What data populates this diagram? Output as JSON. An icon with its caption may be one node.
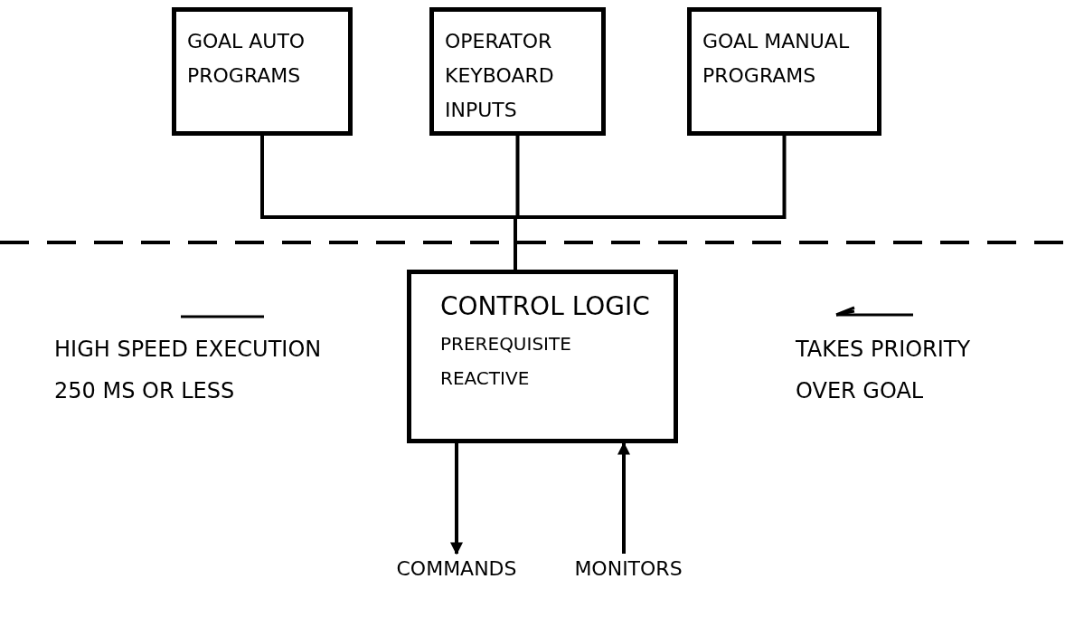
{
  "diagram": {
    "nodes": [
      {
        "text": [
          "GOAL AUTO PROGRAMS"
        ]
      },
      {
        "text": [
          "OPERATOR KEYBOARD INPUTS"
        ]
      },
      {
        "text": [
          "GOAL MANUAL PROGRAMS"
        ]
      },
      {
        "text": [
          "CONTROL LOGIC",
          "PREREQUISITE REACTIVE"
        ]
      },
      {
        "text": [
          "COMMANDS"
        ]
      },
      {
        "text": [
          "MONITORS"
        ]
      }
    ],
    "edges": [
      {
        "from": 0,
        "to": 3,
        "arrow": "none"
      },
      {
        "from": 1,
        "to": 3,
        "arrow": "none"
      },
      {
        "from": 2,
        "to": 3,
        "arrow": "none"
      },
      {
        "from": 3,
        "to": 4,
        "arrow": "to"
      },
      {
        "from": 5,
        "to": 3,
        "arrow": "to"
      }
    ],
    "labels": [
      "HIGH SPEED EXECUTION",
      "250 MS OR LESS",
      "TAKES PRIORITY",
      "OVER GOAL"
    ]
  }
}
